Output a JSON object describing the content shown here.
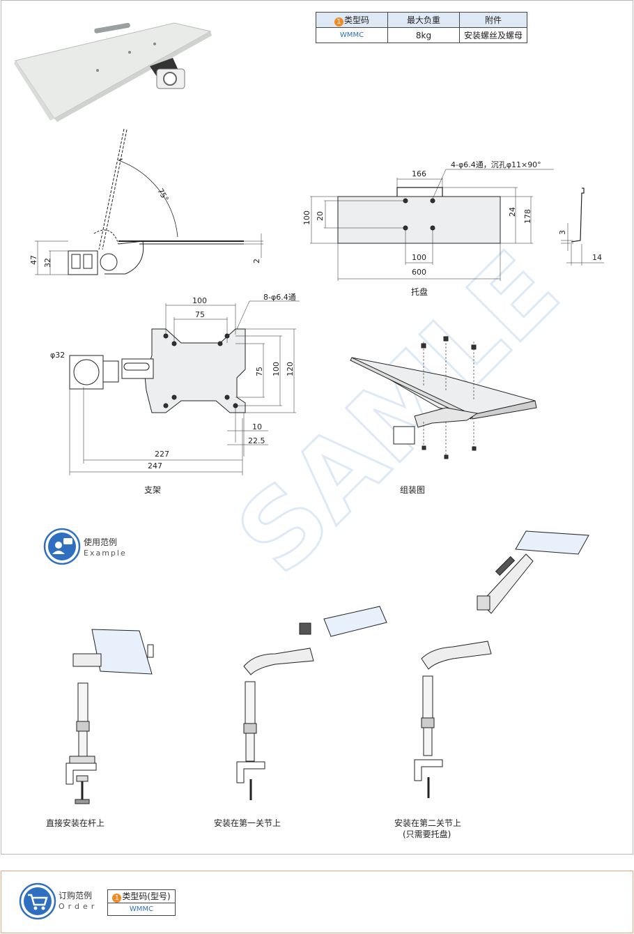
{
  "spec_table": {
    "headers": [
      "类型码",
      "最大负重",
      "附件"
    ],
    "badge": "1",
    "row": [
      "WMMC",
      "8kg",
      "安装螺丝及螺母"
    ]
  },
  "side_view": {
    "angle": "75°",
    "dims": [
      "47",
      "32",
      "2"
    ]
  },
  "tray": {
    "note": "4-φ6.4通，沉孔φ11×90°",
    "dims": [
      "166",
      "100",
      "20",
      "24",
      "178",
      "100",
      "600",
      "3",
      "14"
    ],
    "caption": "托盘"
  },
  "bracket": {
    "note": "8-φ6.4通",
    "dims": [
      "100",
      "75",
      "φ32",
      "75",
      "100",
      "120",
      "10",
      "22.5",
      "227",
      "247"
    ],
    "caption": "支架"
  },
  "assembly": {
    "caption": "组装图"
  },
  "example": {
    "title": "使用范例",
    "subtitle": "Example",
    "captions": [
      "直接安装在杆上",
      "安装在第一关节上",
      "安装在第二关节上",
      "(只需要托盘)"
    ]
  },
  "order": {
    "title": "订购范例",
    "subtitle": "Order",
    "header": "类型码(型号)",
    "badge": "1",
    "value": "WMMC"
  },
  "colors": {
    "accent": "#2f6fc0",
    "orange": "#f08a24",
    "header_bg": "#dfe8f5",
    "border_order": "#e8a87c"
  }
}
